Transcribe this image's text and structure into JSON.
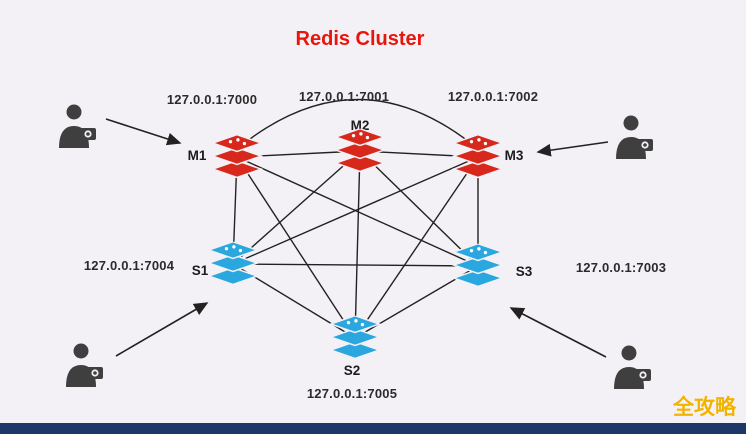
{
  "title": "Redis Cluster",
  "watermark": "全攻略",
  "nodes": {
    "m1": {
      "label": "M1",
      "address": "127.0.0.1:7000",
      "type": "master"
    },
    "m2": {
      "label": "M2",
      "address": "127.0.0.1:7001",
      "type": "master"
    },
    "m3": {
      "label": "M3",
      "address": "127.0.0.1:7002",
      "type": "master"
    },
    "s1": {
      "label": "S1",
      "address": "127.0.0.1:7004",
      "type": "slave"
    },
    "s2": {
      "label": "S2",
      "address": "127.0.0.1:7005",
      "type": "slave"
    },
    "s3": {
      "label": "S3",
      "address": "127.0.0.1:7003",
      "type": "slave"
    }
  },
  "edges": [
    {
      "from": "m1",
      "to": "m2"
    },
    {
      "from": "m2",
      "to": "m3"
    },
    {
      "from": "m1",
      "to": "m3",
      "curved": true
    },
    {
      "from": "m1",
      "to": "s1"
    },
    {
      "from": "m1",
      "to": "s2"
    },
    {
      "from": "m1",
      "to": "s3"
    },
    {
      "from": "m2",
      "to": "s1"
    },
    {
      "from": "m2",
      "to": "s2"
    },
    {
      "from": "m2",
      "to": "s3"
    },
    {
      "from": "m3",
      "to": "s1"
    },
    {
      "from": "m3",
      "to": "s2"
    },
    {
      "from": "m3",
      "to": "s3"
    },
    {
      "from": "s1",
      "to": "s2"
    },
    {
      "from": "s1",
      "to": "s3"
    },
    {
      "from": "s2",
      "to": "s3"
    }
  ],
  "client_arrows": [
    {
      "from": "client-top-left",
      "to": "m1"
    },
    {
      "from": "client-top-right",
      "to": "m3"
    },
    {
      "from": "client-bottom-left",
      "to": "s1"
    },
    {
      "from": "client-bottom-right",
      "to": "s3"
    }
  ],
  "colors": {
    "master": "#d8281c",
    "slave": "#2ba7e0",
    "title": "#e8150d",
    "line": "#222222",
    "background": "#f3f1f6",
    "footer_bar": "#1d3768",
    "watermark": "#f2b300"
  }
}
